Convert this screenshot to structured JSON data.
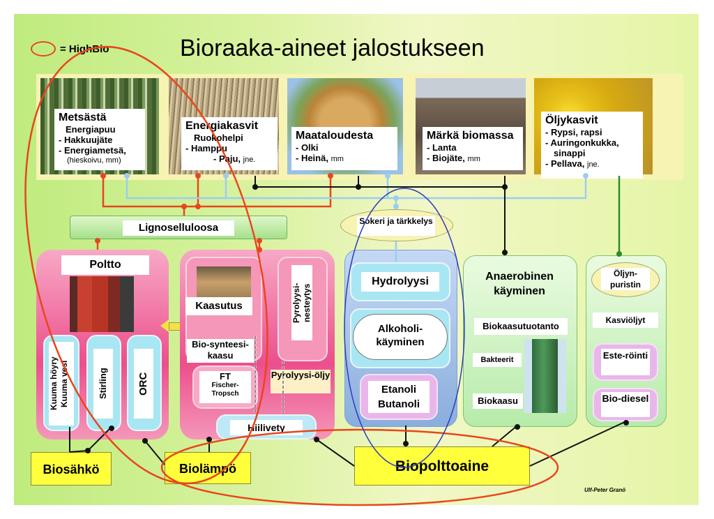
{
  "title": "Bioraaka-aineet jalostukseen",
  "legend": {
    "label": "= HighBio",
    "oval_color": "#e8461c"
  },
  "sources": [
    {
      "heading": "Metsästä",
      "lines": [
        "Energiapuu",
        "- Hakkuujäte",
        "- Energiametsä,"
      ],
      "note": "(hieskoivu, mm)"
    },
    {
      "heading": "Energiakasvit",
      "lines": [
        "Ruokohelpi",
        "- Hamppu",
        "- Paju,"
      ],
      "note": "jne."
    },
    {
      "heading": "Maataloudesta",
      "lines": [
        "- Olki",
        "- Heinä,"
      ],
      "note": "mm"
    },
    {
      "heading": "Märkä biomassa",
      "lines": [
        "- Lanta",
        "- Biojäte,"
      ],
      "note": "mm"
    },
    {
      "heading": "Öljykasvit",
      "lines": [
        "- Rypsi, rapsi",
        "- Auringonkukka,",
        "sinappi",
        "- Pellava,"
      ],
      "note": "jne."
    }
  ],
  "lignoselluloosa": "Lignoselluloosa",
  "sokeri": "Sokeri ja tärkkelys",
  "poltto": {
    "title": "Poltto",
    "cylinders": [
      "Kuuma höyry Kuuma vesi",
      "Stirling",
      "ORC"
    ]
  },
  "kaasutus": {
    "kaasutus": "Kaasutus",
    "pyrolyysi_nesteytys": "Pyrolyysi-nesteytys",
    "bio_synteesikaasu": "Bio-synteesi-kaasu",
    "ft": "FT",
    "ft_sub": "Fischer-Tropsch",
    "pyrolyysioljy": "Pyrolyysi-öljy",
    "hiilivety": "Hiilivety"
  },
  "hydrolyysi": {
    "hydrolyysi": "Hydrolyysi",
    "alkoholi": "Alkoholi-käyminen",
    "etanoli": "Etanoli Butanoli"
  },
  "anaerobinen": {
    "title": "Anaerobinen käyminen",
    "biokaasutuotanto": "Biokaasutuotanto",
    "bakteerit": "Bakteerit",
    "biokaasu": "Biokaasu"
  },
  "oljy": {
    "puristin": "Öljyn-puristin",
    "kasvioljyt": "Kasviöljyt",
    "esterointi": "Este-röinti",
    "biodiesel": "Bio-diesel"
  },
  "outputs": {
    "biosahko": "Biosähkö",
    "biolampo": "Biolämpö",
    "biopolttoaine": "Biopolttoaine"
  },
  "credit": "Ulf-Peter Granö",
  "colors": {
    "red_line": "#e8461c",
    "blue_line": "#9ccdf0",
    "black_line": "#111111",
    "green_line": "#2d8a2d",
    "highlight_oval": "#e8461c",
    "blue_oval": "#2a3cbf"
  }
}
